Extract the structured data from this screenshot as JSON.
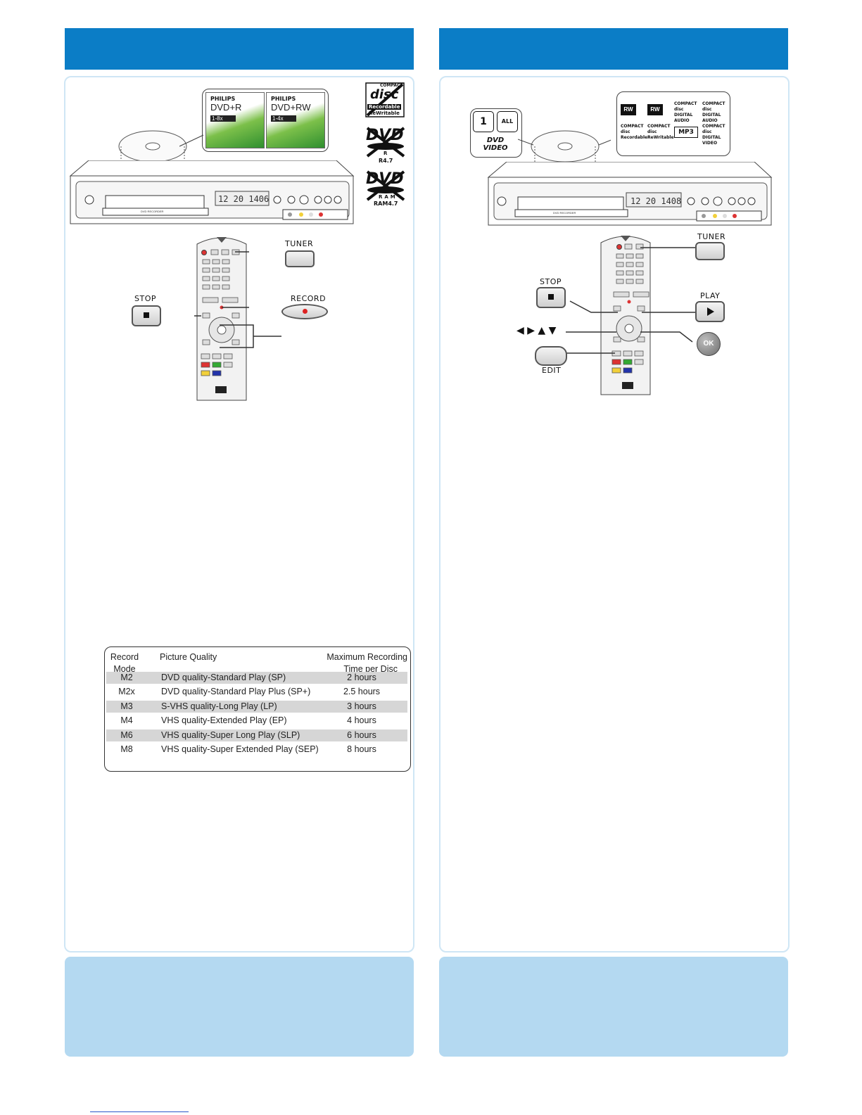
{
  "left": {
    "disc_packs": [
      {
        "brand": "PHILIPS",
        "format": "DVD+R",
        "speed": "1-8x"
      },
      {
        "brand": "PHILIPS",
        "format": "DVD+RW",
        "speed": "1-4x"
      }
    ],
    "unsupported_logos": [
      {
        "name": "compact-disc-recordable-rewritable",
        "line1": "COMPACT",
        "line2": "disc",
        "line3": "Recordable",
        "line4": "ReWritable"
      },
      {
        "name": "dvd-r",
        "line1": "DVD",
        "line2": "R",
        "line3": "R4.7"
      },
      {
        "name": "dvd-ram",
        "line1": "DVD",
        "line2": "RAM",
        "line3": "RAM4.7"
      }
    ],
    "player_display": "12 20 1406",
    "player_label": "DVD RECORDER",
    "keys": {
      "tuner": "TUNER",
      "stop": "STOP",
      "record": "RECORD"
    },
    "table": {
      "headers": {
        "mode": [
          "Record",
          "Mode"
        ],
        "quality": "Picture Quality",
        "time": [
          "Maximum Recording",
          "Time per Disc"
        ]
      },
      "rows": [
        {
          "mode": "M2",
          "quality": "DVD quality-Standard Play (SP)",
          "time": "2 hours",
          "shaded": true
        },
        {
          "mode": "M2x",
          "quality": "DVD quality-Standard Play Plus (SP+)",
          "time": "2.5 hours",
          "shaded": false
        },
        {
          "mode": "M3",
          "quality": "S-VHS quality-Long Play (LP)",
          "time": "3 hours",
          "shaded": true
        },
        {
          "mode": "M4",
          "quality": "VHS quality-Extended Play (EP)",
          "time": "4 hours",
          "shaded": false
        },
        {
          "mode": "M6",
          "quality": "VHS quality-Super Long Play (SLP)",
          "time": "6 hours",
          "shaded": true
        },
        {
          "mode": "M8",
          "quality": "VHS quality-Super Extended Play (SEP)",
          "time": "8 hours",
          "shaded": false
        }
      ]
    }
  },
  "right": {
    "region_logos": [
      "1",
      "ALL",
      "DVD VIDEO"
    ],
    "supported_logos": [
      "RW",
      "RW",
      "COMPACT disc DIGITAL AUDIO",
      "COMPACT disc DIGITAL AUDIO",
      "COMPACT disc Recordable",
      "COMPACT disc ReWritable",
      "MP3",
      "COMPACT disc DIGITAL VIDEO"
    ],
    "player_display": "12 20 1408",
    "player_label": "DVD RECORDER",
    "keys": {
      "tuner": "TUNER",
      "stop": "STOP",
      "play": "PLAY",
      "ok": "OK",
      "edit": "EDIT",
      "arrows": "◀ ▶ ▲ ▼"
    }
  },
  "colors": {
    "header_blue": "#0b7dc6",
    "note_blue": "#b4d9f1",
    "panel_border": "#cfe6f5"
  }
}
